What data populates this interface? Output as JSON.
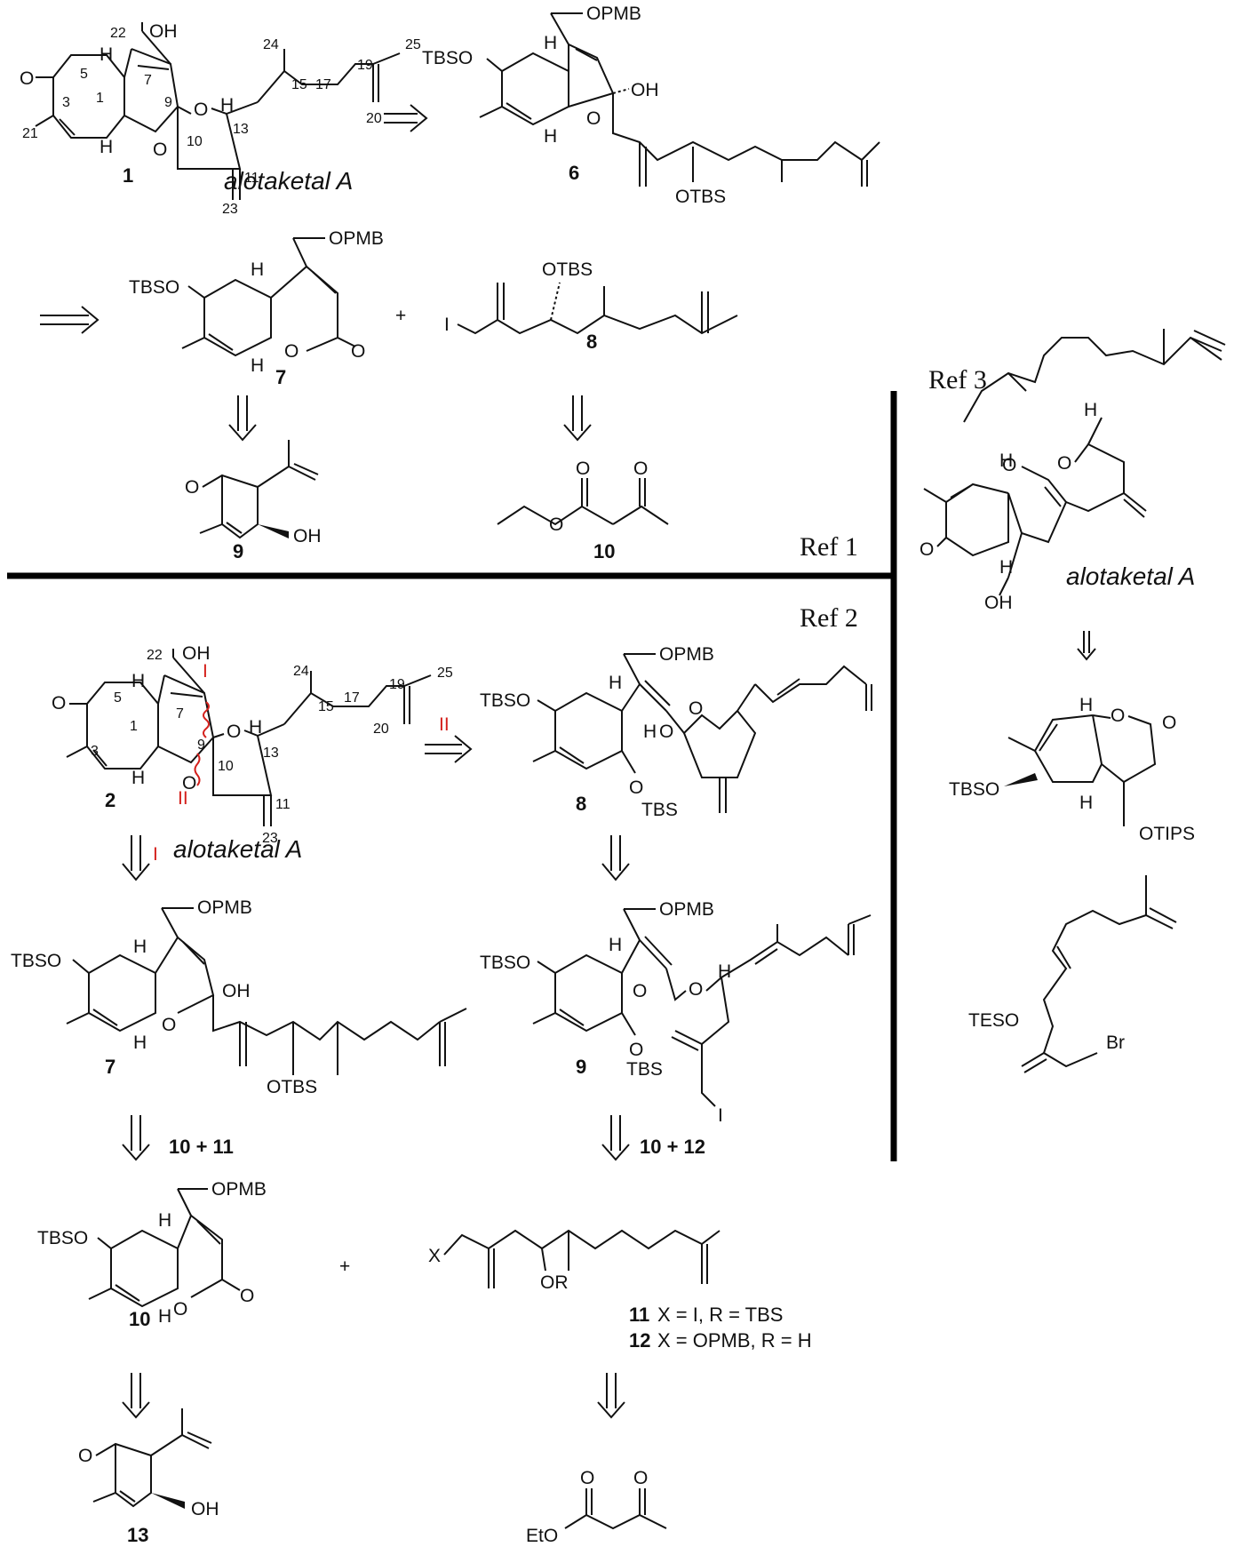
{
  "references": {
    "ref1": "Ref 1",
    "ref2": "Ref 2",
    "ref3": "Ref 3"
  },
  "natural_product": "alotaketal A",
  "compound_numbers": {
    "r1": [
      "1",
      "6",
      "7",
      "8",
      "9",
      "10"
    ],
    "r2": [
      "2",
      "8",
      "7",
      "9",
      "10",
      "13"
    ]
  },
  "groups": {
    "oh": "OH",
    "o": "O",
    "h": "H",
    "opmb": "OPMB",
    "tbso": "TBSO",
    "otbs": "OTBS",
    "tbs": "TBS",
    "i": "I",
    "x": "X",
    "or": "OR",
    "otips": "OTIPS",
    "teso": "TESO",
    "br": "Br",
    "eto": "EtO",
    "plus": "+"
  },
  "disconnections": {
    "bond_i": "I",
    "bond_ii": "II"
  },
  "atom_numbers": [
    "1",
    "3",
    "5",
    "7",
    "9",
    "10",
    "11",
    "13",
    "15",
    "17",
    "19",
    "20",
    "21",
    "22",
    "23",
    "24",
    "25"
  ],
  "combinations": {
    "c1": "10 + 11",
    "c2": "10 + 12"
  },
  "legend_11": {
    "num": "11",
    "text": "X = I, R = TBS"
  },
  "legend_12": {
    "num": "12",
    "text": "X = OPMB, R = H"
  }
}
